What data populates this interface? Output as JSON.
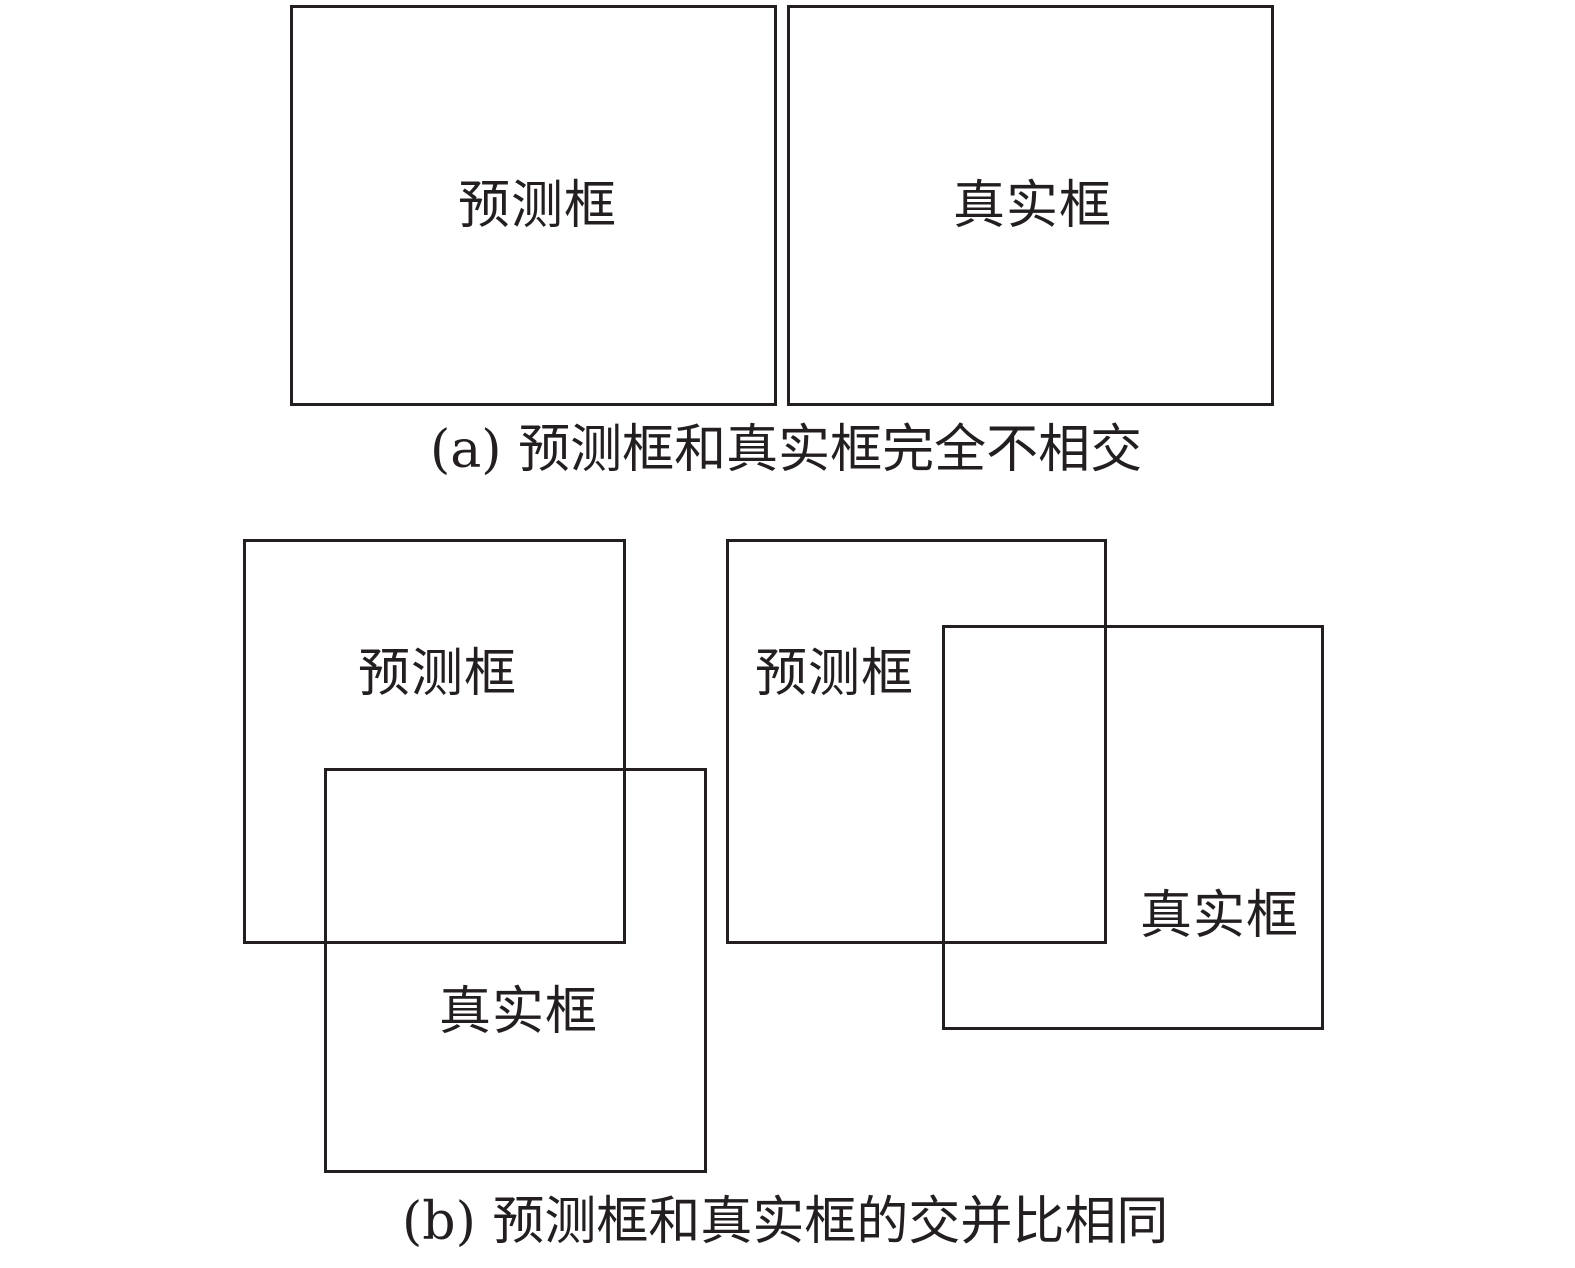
{
  "panel_a": {
    "pred_label": "预测框",
    "gt_label": "真实框",
    "caption": "(a) 预测框和真实框完全不相交"
  },
  "panel_b": {
    "left": {
      "pred_label": "预测框",
      "gt_label": "真实框"
    },
    "right": {
      "pred_label": "预测框",
      "gt_label": "真实框"
    },
    "caption": "(b) 预测框和真实框的交并比相同"
  },
  "colors": {
    "stroke": "#231f20",
    "background": "#ffffff"
  }
}
